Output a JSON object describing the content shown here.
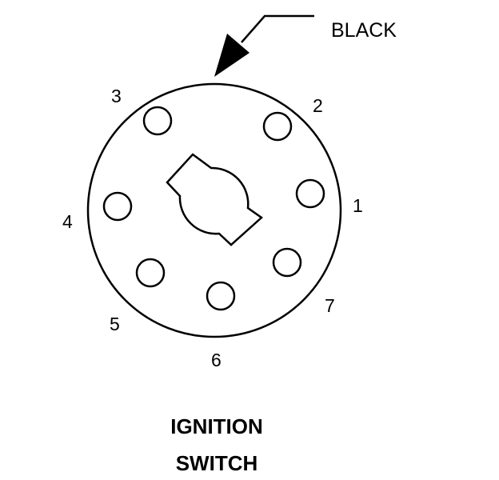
{
  "diagram": {
    "wire_label": "BLACK",
    "caption_line1": "IGNITION",
    "caption_line2": "SWITCH",
    "pins": {
      "p1": "1",
      "p2": "2",
      "p3": "3",
      "p4": "4",
      "p5": "5",
      "p6": "6",
      "p7": "7"
    },
    "colors": {
      "ink": "#000000",
      "background": "#ffffff"
    }
  }
}
